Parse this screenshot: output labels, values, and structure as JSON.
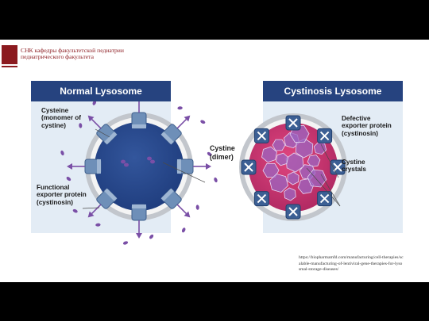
{
  "header": {
    "line1": "СНК кафедры факультетской педиатрии",
    "line2": "педиатрического факультета"
  },
  "panels": {
    "normal_title": "Normal Lysosome",
    "cystinosis_title": "Cystinosis Lysosome"
  },
  "labels": {
    "cysteine": [
      "Cysteine",
      "(monomer of",
      "cystine)"
    ],
    "functional": [
      "Functional",
      "exporter protein",
      "(cystinosin)"
    ],
    "cystine": [
      "Cystine",
      "(dimer)"
    ],
    "defective": [
      "Defective",
      "exporter protein",
      "(cystinosin)"
    ],
    "crystals": [
      "Cystine",
      "crystals"
    ]
  },
  "source": {
    "line1": "https://biopharmamfd.com/manufacturing/cell-therapies/sc",
    "line2": "alable-manufacturing-of-lentiviral-gene-therapies-for-lyso",
    "line3": "smal-storage-diseases/"
  },
  "colors": {
    "brand": "#8b1a1f",
    "panel_bg": "#e3ecf5",
    "panel_title": "#26437f",
    "lysosome_normal": "#2b4a8f",
    "lysosome_cyst": "#d2386f",
    "molecule": "#7a4fa6",
    "crystal": "#9b66c2"
  },
  "icons": {
    "exporter": "cylinder-channel",
    "blocked": "x-mark"
  }
}
